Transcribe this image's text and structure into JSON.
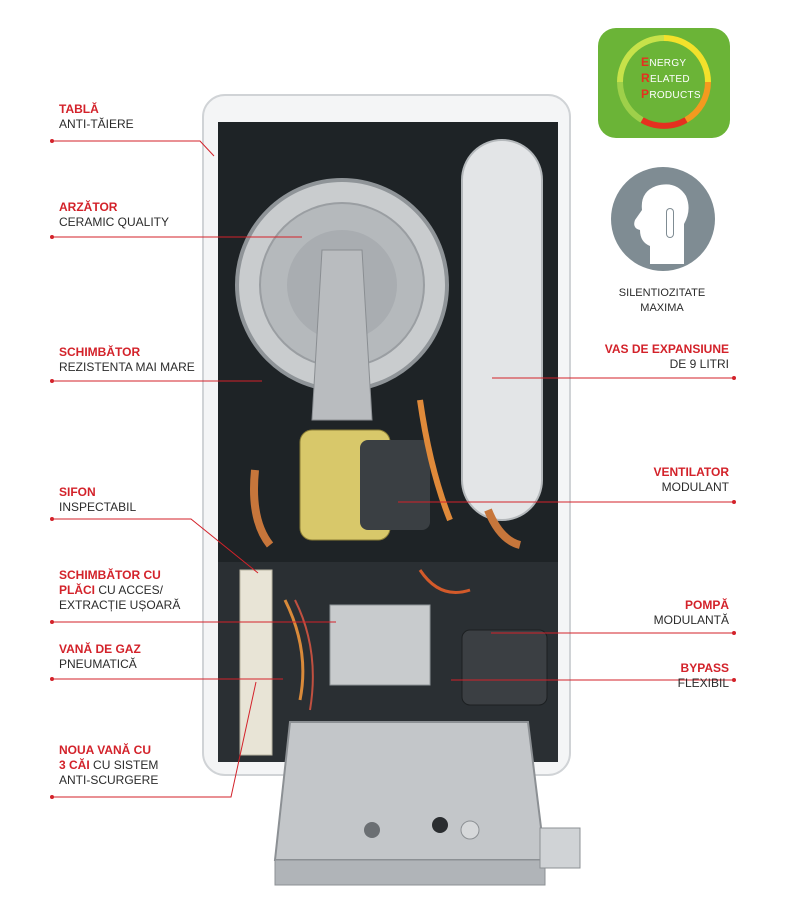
{
  "labels": {
    "tabla": {
      "title": "TABLĂ",
      "sub": "ANTI-TĂIERE"
    },
    "arzator": {
      "title": "ARZĂTOR",
      "sub": "CERAMIC QUALITY"
    },
    "schimbator": {
      "title": "SCHIMBĂTOR",
      "sub": "REZISTENTA MAI MARE"
    },
    "sifon": {
      "title": "SIFON",
      "sub": "INSPECTABIL"
    },
    "schimbator_placi": {
      "title1": "SCHIMBĂTOR CU",
      "title2": "PLĂCI",
      "sub1": " CU ACCES/",
      "sub2": "EXTRACȚIE UȘOARĂ"
    },
    "vana_gaz": {
      "title": "VANĂ DE GAZ",
      "sub": "PNEUMATICĂ"
    },
    "vana_3cai": {
      "title1": "NOUA VANĂ CU",
      "title2": "3 CĂI",
      "sub1": " CU SISTEM",
      "sub2": "ANTI-SCURGERE"
    },
    "vas": {
      "title": "VAS DE EXPANSIUNE",
      "sub": "DE 9 LITRI"
    },
    "ventilator": {
      "title": "VENTILATOR",
      "sub": "MODULANT"
    },
    "pompa": {
      "title": "POMPĂ",
      "sub": "MODULANTĂ"
    },
    "bypass": {
      "title": "BYPASS",
      "sub": "FLEXIBIL"
    }
  },
  "energy_badge": {
    "e": "E",
    "e_rest": "NERGY",
    "r": "R",
    "r_rest": "ELATED",
    "p": "P",
    "p_rest": "RODUCTS"
  },
  "silent": {
    "line1": "SILENTIOZITATE",
    "line2": "MAXIMA"
  },
  "colors": {
    "accent_red": "#d3222a",
    "badge_green": "#6bb437",
    "icon_gray": "#7f8c93"
  },
  "icons": [
    "energy-label-icon",
    "silence-icon"
  ]
}
